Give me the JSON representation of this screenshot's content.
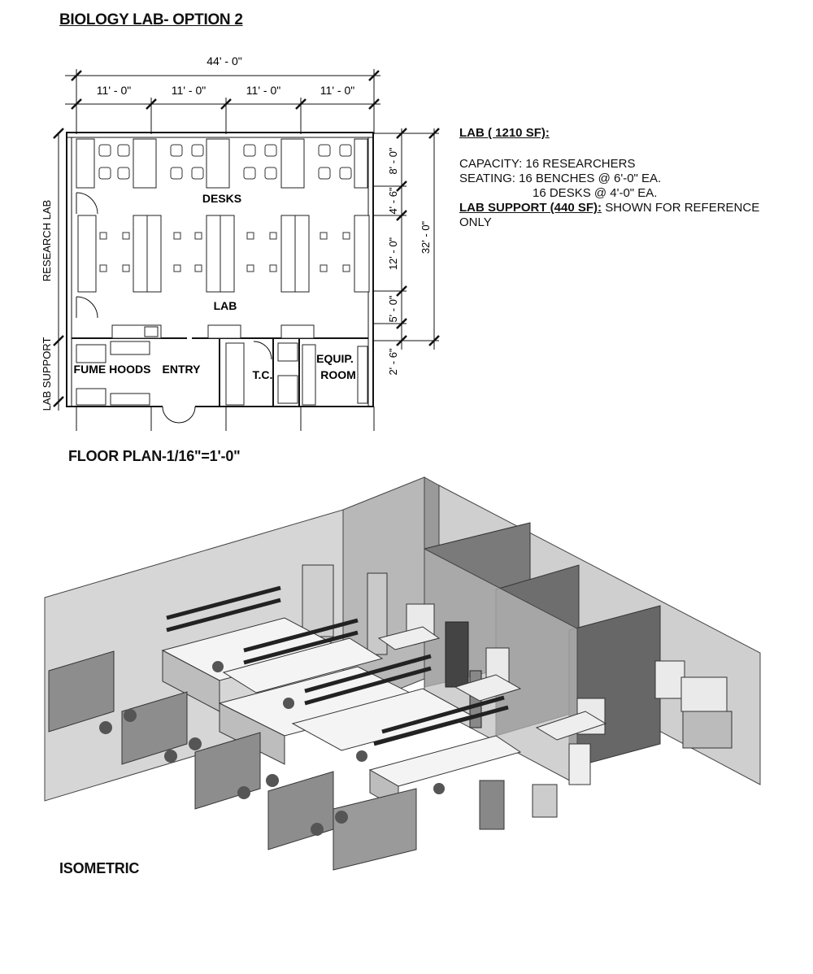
{
  "title": "BIOLOGY LAB- OPTION 2",
  "plan_caption": "FLOOR PLAN-1/16\"=1'-0\"",
  "iso_caption": "ISOMETRIC",
  "dimensions": {
    "overall_width": "44' - 0\"",
    "bays": [
      "11' - 0\"",
      "11' - 0\"",
      "11' - 0\"",
      "11' - 0\""
    ],
    "overall_depth": "32' - 0\"",
    "vertical": [
      "8' - 0\"",
      "4' - 6\"",
      "12' - 0\"",
      "5' - 0\"",
      "2' - 6\""
    ]
  },
  "rooms": {
    "desks": "DESKS",
    "lab": "LAB",
    "fume_hoods": "FUME HOODS",
    "entry": "ENTRY",
    "tc": "T.C.",
    "equip": "EQUIP.",
    "room": "ROOM"
  },
  "side_labels": {
    "research_lab": "RESEARCH LAB",
    "lab_support": "LAB SUPPORT"
  },
  "legend": {
    "lab_heading": "LAB ( 1210 SF):",
    "capacity": "CAPACITY: 16 RESEARCHERS",
    "seating_1": "SEATING: 16 BENCHES @ 6'-0\" EA.",
    "seating_2": "16 DESKS @ 4'-0\" EA.",
    "support_heading": "LAB SUPPORT (440 SF):",
    "support_note": " SHOWN FOR REFERENCE",
    "support_note_2": "ONLY"
  }
}
